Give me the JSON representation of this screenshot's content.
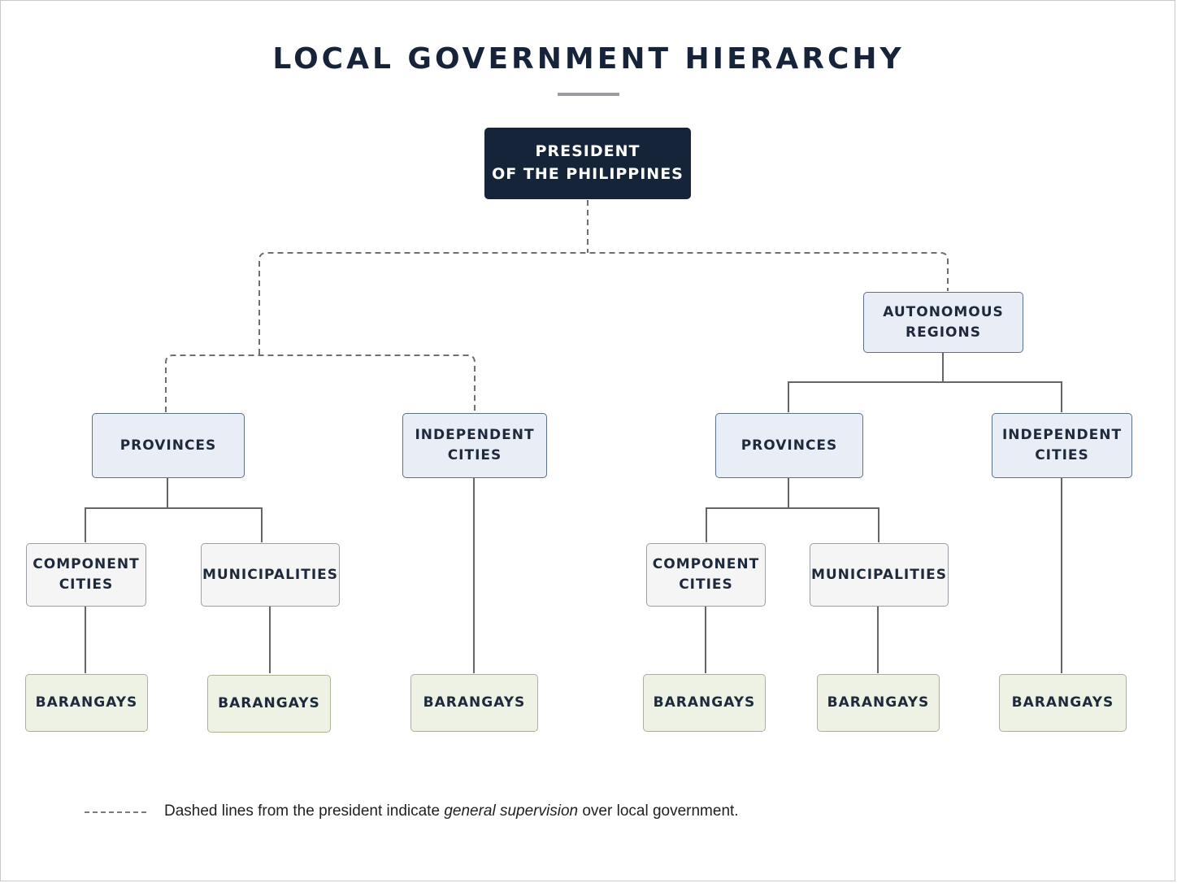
{
  "title": "LOCAL GOVERNMENT HIERARCHY",
  "nodes": {
    "president": "PRESIDENT\nOF THE PHILIPPINES",
    "autonomous_regions": "AUTONOMOUS\nREGIONS",
    "provinces_left": "PROVINCES",
    "independent_cities_left": "INDEPENDENT\nCITIES",
    "provinces_right": "PROVINCES",
    "independent_cities_right": "INDEPENDENT\nCITIES",
    "component_cities_left": "COMPONENT\nCITIES",
    "municipalities_left": "MUNICIPALITIES",
    "component_cities_right": "COMPONENT\nCITIES",
    "municipalities_right": "MUNICIPALITIES",
    "barangays_1": "BARANGAYS",
    "barangays_2": "BARANGAYS",
    "barangays_3": "BARANGAYS",
    "barangays_4": "BARANGAYS",
    "barangays_5": "BARANGAYS",
    "barangays_6": "BARANGAYS"
  },
  "legend": {
    "text_before": "Dashed lines from the president indicate ",
    "text_emphasis": "general supervision",
    "text_after": " over local government."
  },
  "colors": {
    "top_node": "#16243a",
    "level2_fill": "#e9eef6",
    "level3_fill": "#f5f5f5",
    "leaf_fill": "#eef2e4"
  }
}
